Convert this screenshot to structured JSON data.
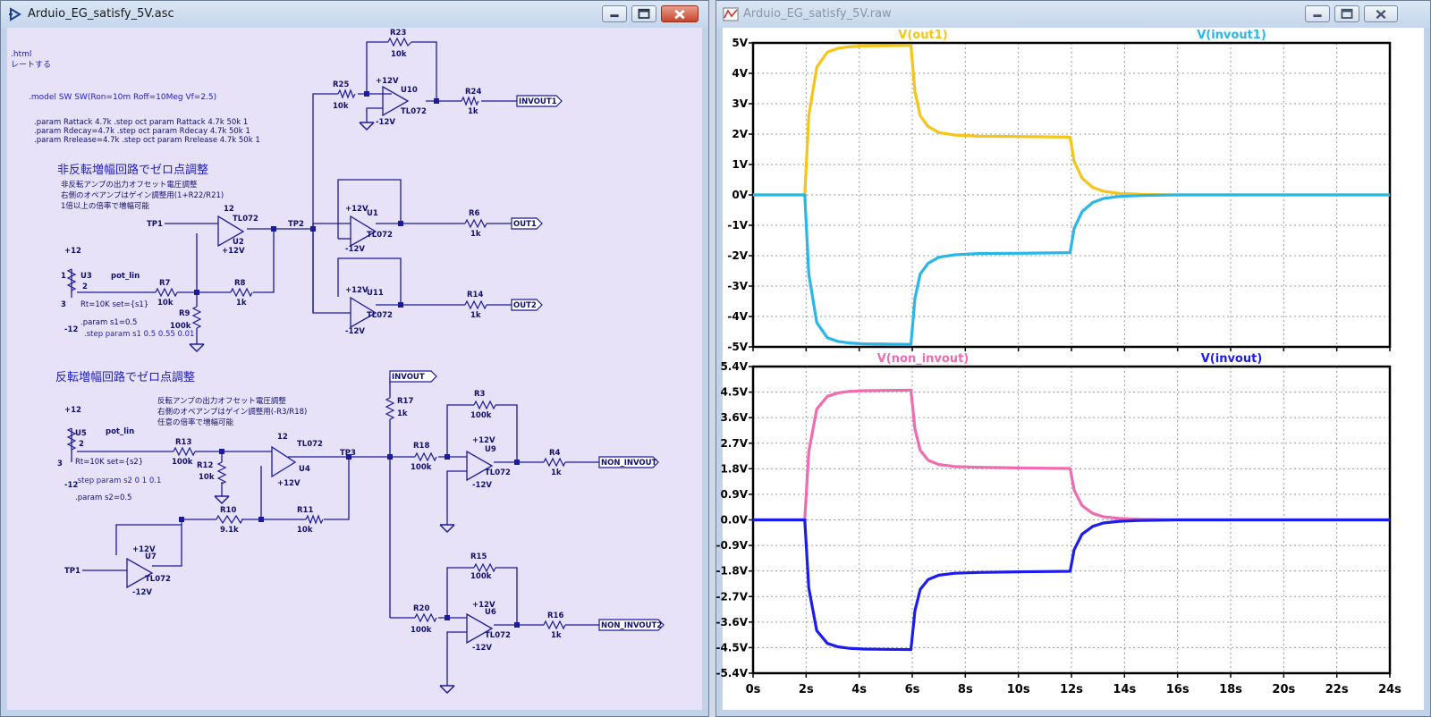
{
  "schematic_window": {
    "title": "Arduio_EG_satisfy_5V.asc",
    "directive_lines": [
      ".html",
      "レートする",
      ".model SW SW(Ron=10m Roff=10Meg Vf=2.5)"
    ],
    "params": [
      ".param Rattack 4.7k  .step oct param Rattack 4.7k 50k 1",
      ".param Rdecay=4.7k  .step oct param Rdecay 4.7k 50k 1",
      ".param Rrelease=4.7k  .step oct param Rrelease 4.7k 50k 1"
    ],
    "heading1": "非反転増幅回路でゼロ点調整",
    "notes1": [
      "非反転アンプの出力オフセット電圧調整",
      "右側のオペアンプはゲイン調整用(1+R22/R21)",
      "1倍以上の倍率で増幅可能"
    ],
    "heading2": "反転増幅回路でゼロ点調整",
    "notes2": [
      "反転アンプの出力オフセット電圧調整",
      "右側のオペアンプはゲイン調整用(-R3/R18)",
      "任意の倍率で増幅可能"
    ],
    "directives_s1": [
      ".param s1=0.5",
      ".step param s1 0.5 0.55 0.01"
    ],
    "directives_s2": [
      ".step param s2 0 1 0.1",
      ".param s2=0.5"
    ],
    "pot1": {
      "name": "U3",
      "model": "pot_lin",
      "value": "Rt=10K set={s1}"
    },
    "pot2": {
      "name": "U5",
      "model": "pot_lin",
      "value": "Rt=10K set={s2}"
    },
    "pins": {
      "p1": "1",
      "p2": "2",
      "p3": "3"
    },
    "supplies": {
      "pos": "+12",
      "neg": "-12",
      "pos_v": "+12V",
      "neg_v": "-12V",
      "pos_short": "12",
      "neg_short": "12"
    },
    "opamps": [
      "U10",
      "U1",
      "U2",
      "U11",
      "U4",
      "U9",
      "U7",
      "U6"
    ],
    "opamp_model": "TL072",
    "resistors": [
      {
        "name": "R23",
        "value": "10k"
      },
      {
        "name": "R25",
        "value": "10k"
      },
      {
        "name": "R24",
        "value": "1k"
      },
      {
        "name": "R6",
        "value": "1k"
      },
      {
        "name": "R14",
        "value": "1k"
      },
      {
        "name": "R7",
        "value": "10k"
      },
      {
        "name": "R8",
        "value": "1k"
      },
      {
        "name": "R9",
        "value": "100k"
      },
      {
        "name": "R17",
        "value": "1k"
      },
      {
        "name": "R3",
        "value": "100k"
      },
      {
        "name": "R13",
        "value": "100k"
      },
      {
        "name": "R12",
        "value": "10k"
      },
      {
        "name": "R18",
        "value": "100k"
      },
      {
        "name": "R4",
        "value": "1k"
      },
      {
        "name": "R10",
        "value": "9.1k"
      },
      {
        "name": "R11",
        "value": "10k"
      },
      {
        "name": "R15",
        "value": "100k"
      },
      {
        "name": "R20",
        "value": "100k"
      },
      {
        "name": "R16",
        "value": "1k"
      }
    ],
    "net_labels": [
      "TP1",
      "TP2",
      "TP3",
      "TP1"
    ],
    "ports": [
      "INVOUT1",
      "OUT1",
      "OUT2",
      "INVOUT",
      "NON_INVOUT",
      "NON_INVOUT2"
    ]
  },
  "waveform_window": {
    "title": "Arduio_EG_satisfy_5V.raw"
  },
  "chart_data": [
    {
      "type": "line",
      "title": "",
      "xlabel": "",
      "ylabel": "",
      "x_unit": "s",
      "xlim": [
        0,
        24
      ],
      "ylim": [
        -5,
        5
      ],
      "x_ticks": [
        "0s",
        "2s",
        "4s",
        "6s",
        "8s",
        "10s",
        "12s",
        "14s",
        "16s",
        "18s",
        "20s",
        "22s",
        "24s"
      ],
      "y_ticks": [
        "5V",
        "4V",
        "3V",
        "2V",
        "1V",
        "0V",
        "-1V",
        "-2V",
        "-3V",
        "-4V",
        "-5V"
      ],
      "grid": true,
      "legend": "top",
      "series": [
        {
          "name": "V(out1)",
          "color": "#f5c518",
          "x": [
            0,
            1.95,
            2.1,
            2.4,
            2.8,
            3.2,
            3.6,
            4.2,
            5,
            5.95,
            6.1,
            6.3,
            6.6,
            7,
            7.6,
            8.5,
            10,
            11.95,
            12.1,
            12.4,
            12.8,
            13.2,
            13.8,
            14.6,
            16,
            24
          ],
          "y": [
            0,
            0,
            2.6,
            4.2,
            4.7,
            4.82,
            4.87,
            4.9,
            4.91,
            4.92,
            3.4,
            2.6,
            2.25,
            2.05,
            1.97,
            1.93,
            1.92,
            1.9,
            1.1,
            0.55,
            0.25,
            0.12,
            0.05,
            0.02,
            0,
            0
          ]
        },
        {
          "name": "V(invout1)",
          "color": "#29b6e8",
          "x": [
            0,
            1.95,
            2.1,
            2.4,
            2.8,
            3.2,
            3.6,
            4.2,
            5,
            5.95,
            6.1,
            6.3,
            6.6,
            7,
            7.6,
            8.5,
            10,
            11.95,
            12.1,
            12.4,
            12.8,
            13.2,
            13.8,
            14.6,
            16,
            24
          ],
          "y": [
            0,
            0,
            -2.6,
            -4.2,
            -4.7,
            -4.82,
            -4.87,
            -4.9,
            -4.91,
            -4.92,
            -3.4,
            -2.6,
            -2.25,
            -2.05,
            -1.97,
            -1.93,
            -1.92,
            -1.9,
            -1.1,
            -0.55,
            -0.25,
            -0.12,
            -0.05,
            -0.02,
            0,
            0
          ]
        }
      ]
    },
    {
      "type": "line",
      "title": "",
      "xlabel": "",
      "ylabel": "",
      "x_unit": "s",
      "xlim": [
        0,
        24
      ],
      "ylim": [
        -5.4,
        5.4
      ],
      "x_ticks": [
        "0s",
        "2s",
        "4s",
        "6s",
        "8s",
        "10s",
        "12s",
        "14s",
        "16s",
        "18s",
        "20s",
        "22s",
        "24s"
      ],
      "y_ticks": [
        "5.4V",
        "4.5V",
        "3.6V",
        "2.7V",
        "1.8V",
        "0.9V",
        "0.0V",
        "-0.9V",
        "-1.8V",
        "-2.7V",
        "-3.6V",
        "-4.5V",
        "-5.4V"
      ],
      "grid": true,
      "legend": "top",
      "series": [
        {
          "name": "V(non_invout)",
          "color": "#f06bb0",
          "x": [
            0,
            1.95,
            2.1,
            2.4,
            2.8,
            3.2,
            3.6,
            4.2,
            5,
            5.95,
            6.1,
            6.3,
            6.6,
            7,
            7.6,
            8.5,
            10,
            11.95,
            12.1,
            12.4,
            12.8,
            13.2,
            13.8,
            14.6,
            16,
            24
          ],
          "y": [
            0,
            0,
            2.4,
            3.9,
            4.35,
            4.47,
            4.52,
            4.55,
            4.56,
            4.57,
            3.2,
            2.45,
            2.1,
            1.95,
            1.88,
            1.85,
            1.83,
            1.81,
            1.05,
            0.5,
            0.23,
            0.11,
            0.05,
            0.02,
            0,
            0
          ]
        },
        {
          "name": "V(invout)",
          "color": "#1c1cf0",
          "x": [
            0,
            1.95,
            2.1,
            2.4,
            2.8,
            3.2,
            3.6,
            4.2,
            5,
            5.95,
            6.1,
            6.3,
            6.6,
            7,
            7.6,
            8.5,
            10,
            11.95,
            12.1,
            12.4,
            12.8,
            13.2,
            13.8,
            14.6,
            16,
            24
          ],
          "y": [
            0,
            0,
            -2.4,
            -3.9,
            -4.35,
            -4.47,
            -4.52,
            -4.55,
            -4.56,
            -4.57,
            -3.2,
            -2.45,
            -2.1,
            -1.95,
            -1.88,
            -1.85,
            -1.83,
            -1.81,
            -1.05,
            -0.5,
            -0.23,
            -0.11,
            -0.05,
            -0.02,
            0,
            0
          ]
        }
      ]
    }
  ]
}
